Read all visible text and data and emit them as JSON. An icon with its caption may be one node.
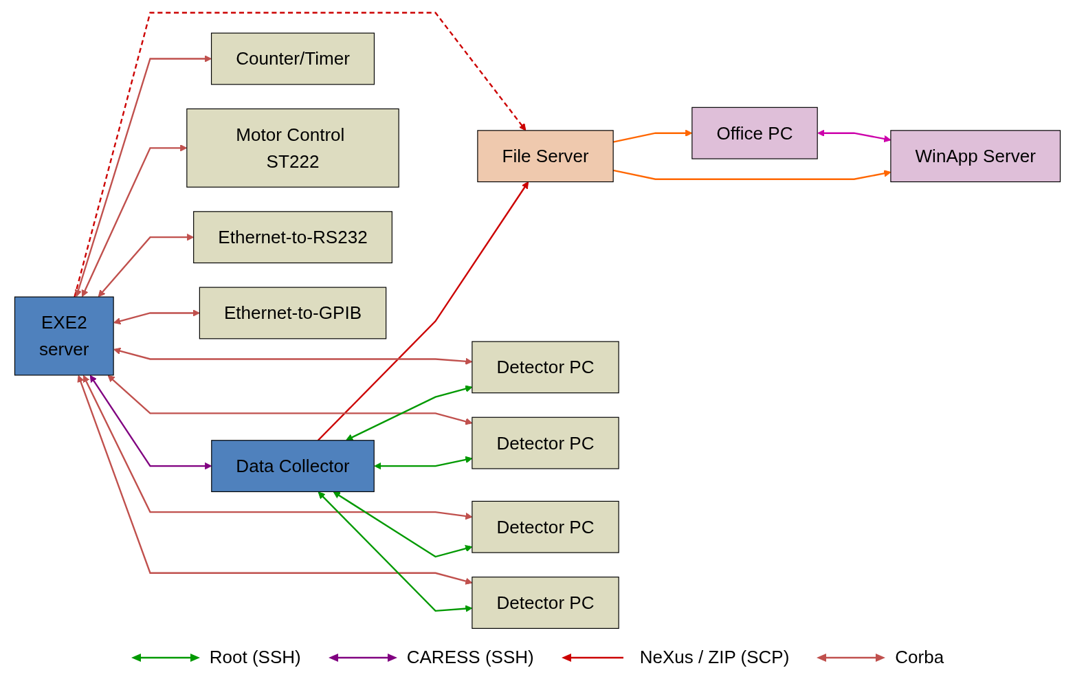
{
  "diagram": {
    "nodes": [
      {
        "text": [
          "Office PC"
        ]
      },
      {
        "text": [
          "File Server"
        ]
      },
      {
        "text": [
          "WinApp Server"
        ]
      },
      {
        "text": [
          "EXE2",
          "server"
        ]
      },
      {
        "text": [
          "Data Collector"
        ]
      },
      {
        "text": [
          "Counter/Timer"
        ]
      },
      {
        "text": [
          "Detector PC"
        ]
      },
      {
        "text": [
          "Detector PC"
        ]
      },
      {
        "text": [
          "Detector PC"
        ]
      },
      {
        "text": [
          "Detector PC"
        ]
      },
      {
        "text": [
          "Motor Control ST222"
        ]
      },
      {
        "text": [
          "Ethernet-to-RS232"
        ]
      },
      {
        "text": [
          "Ethernet-to-GPIB"
        ]
      }
    ],
    "edges": [
      {
        "from": 0,
        "to": 2,
        "arrow": "both",
        "color": "#cc00aa"
      },
      {
        "from": 1,
        "to": 0,
        "arrow": "to",
        "color": "#ff6600"
      },
      {
        "from": 1,
        "to": 2,
        "arrow": "to",
        "color": "#ff6600"
      },
      {
        "from": 3,
        "to": 1,
        "arrow": "to",
        "style": "dashed",
        "color": "#cc0000"
      },
      {
        "from": 4,
        "to": 1,
        "arrow": "to",
        "color": "#cc0000"
      },
      {
        "from": 3,
        "to": 4,
        "arrow": "both",
        "color": "#800080"
      },
      {
        "from": 3,
        "to": 5,
        "arrow": "both"
      },
      {
        "from": 3,
        "to": 6,
        "arrow": "both"
      },
      {
        "from": 3,
        "to": 7,
        "arrow": "both"
      },
      {
        "from": 3,
        "to": 8,
        "arrow": "both"
      },
      {
        "from": 3,
        "to": 9,
        "arrow": "both"
      },
      {
        "from": 3,
        "to": 10,
        "arrow": "both"
      },
      {
        "from": 3,
        "to": 11,
        "arrow": "both"
      },
      {
        "from": 3,
        "to": 12,
        "arrow": "both"
      },
      {
        "from": 4,
        "to": 6,
        "arrow": "both",
        "color": "#009900"
      },
      {
        "from": 4,
        "to": 7,
        "arrow": "both",
        "color": "#009900"
      },
      {
        "from": 4,
        "to": 8,
        "arrow": "both",
        "color": "#009900"
      },
      {
        "from": 4,
        "to": 9,
        "arrow": "both",
        "color": "#009900"
      }
    ],
    "legend": [
      {
        "text": "Root (SSH)"
      },
      {
        "text": "CARESS (SSH)"
      },
      {
        "text": "NeXus / ZIP (SCP)"
      },
      {
        "text": "Corba"
      }
    ]
  }
}
